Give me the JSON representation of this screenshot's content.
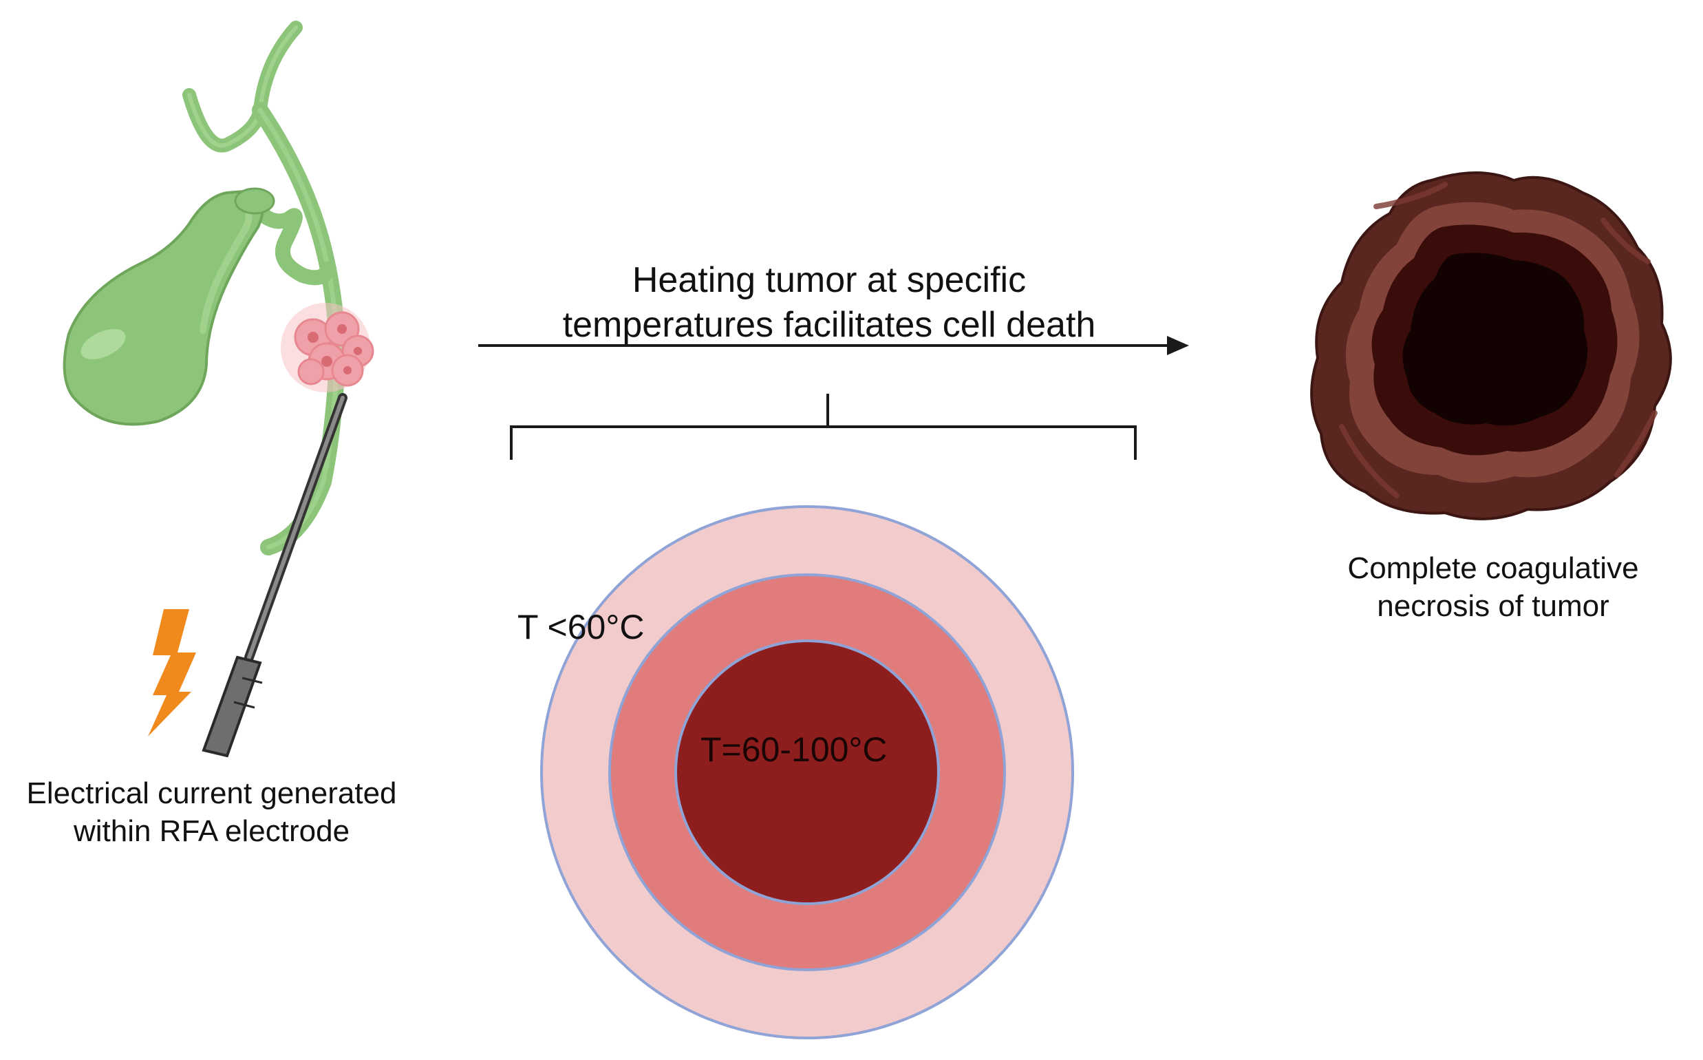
{
  "labels": {
    "electrode_caption_line1": "Electrical current generated",
    "electrode_caption_line2": "within RFA electrode",
    "arrow_caption_line1": "Heating tumor at specific",
    "arrow_caption_line2": "temperatures facilitates cell death",
    "outcome_caption_line1": "Complete coagulative",
    "outcome_caption_line2": "necrosis of tumor",
    "outer_zone_temp": "T <60°C",
    "inner_zone_temp": "T=60-100°C"
  },
  "icons": {
    "organ": "gallbladder-icon",
    "tumor": "tumor-cells-icon",
    "probe": "rfa-electrode-icon",
    "energy": "lightning-bolt-icon",
    "necrosis": "necrotic-tumor-icon"
  },
  "colors": {
    "gallbladder": "#8cc47a",
    "tumor": "#f0a0a8",
    "lightning": "#f08a1c",
    "zone_outer": "#f2cccc",
    "zone_middle": "#e07c7c",
    "zone_inner": "#8e1e1e",
    "zone_border": "#8fa3d6",
    "necrosis_outer": "#5a2620",
    "necrosis_inner": "#1a0404"
  }
}
